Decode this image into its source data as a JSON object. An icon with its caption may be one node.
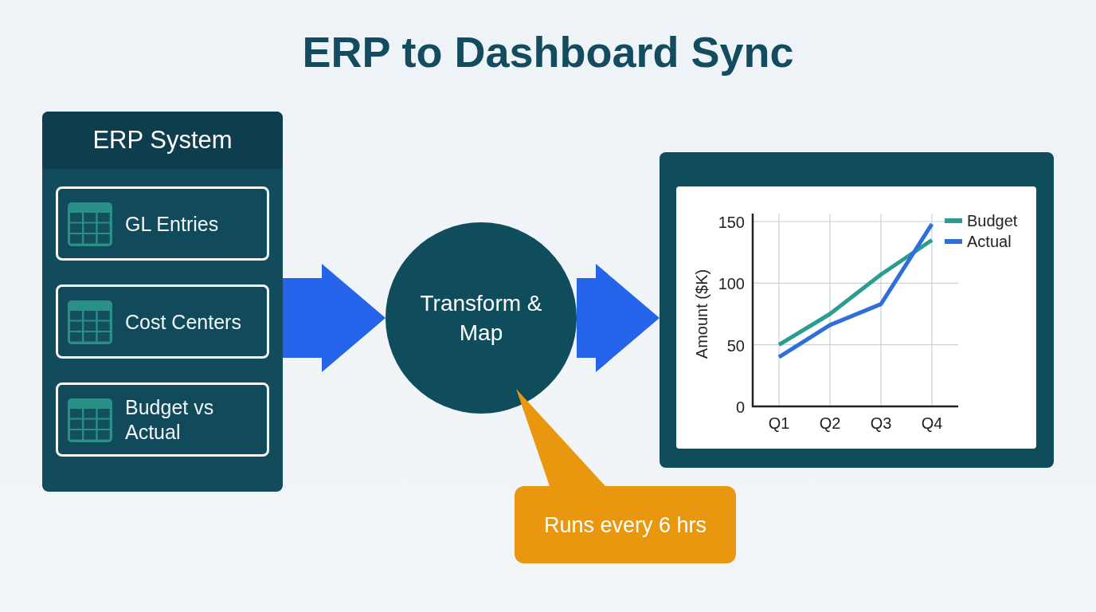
{
  "diagram": {
    "title": "ERP to Dashboard Sync",
    "nodes": [
      {
        "text": [
          "ERP System"
        ]
      },
      {
        "text": [
          "GL Entries"
        ],
        "in": 0
      },
      {
        "text": [
          "Cost Centers"
        ],
        "in": 0
      },
      {
        "text": [
          "Budget vs Actual"
        ],
        "in": 0
      },
      {
        "text": [
          "Transform & Map"
        ]
      },
      {
        "text": [],
        "shape": "box"
      },
      {
        "text": [
          "Runs every 6 hrs"
        ]
      }
    ],
    "edges": [
      {
        "from": 0,
        "to": 4,
        "arrow": "to"
      },
      {
        "from": 4,
        "to": 5,
        "arrow": "to"
      }
    ],
    "chart_data": {
      "type": "line",
      "ylabel": "Amount ($K)",
      "categories": [
        "Q1",
        "Q2",
        "Q3",
        "Q4"
      ],
      "ylim": [
        0,
        150
      ],
      "yticks": [
        0,
        50,
        100,
        150
      ],
      "grid": true,
      "legend": "upper right",
      "series": [
        {
          "name": "Budget",
          "color": "#2a9d8f",
          "values": [
            50,
            75,
            107,
            135
          ]
        },
        {
          "name": "Actual",
          "color": "#2f6fdb",
          "values": [
            40,
            66,
            83,
            148
          ]
        }
      ]
    }
  }
}
